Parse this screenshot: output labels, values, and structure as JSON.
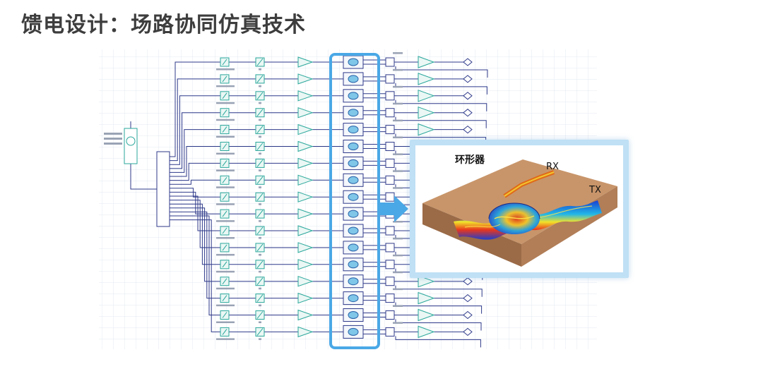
{
  "slide": {
    "title": "馈电设计：场路协同仿真技术"
  },
  "inset": {
    "title": "环形器",
    "rx_label": "RX",
    "tx_label": "TX"
  },
  "colors": {
    "title": "#3d3d3d",
    "wire": "#2f3a8a",
    "component": "#2aa79b",
    "highlight": "#4aa8e6",
    "inset_frame": "#bfe0f5",
    "substrate": "#c8956a"
  }
}
